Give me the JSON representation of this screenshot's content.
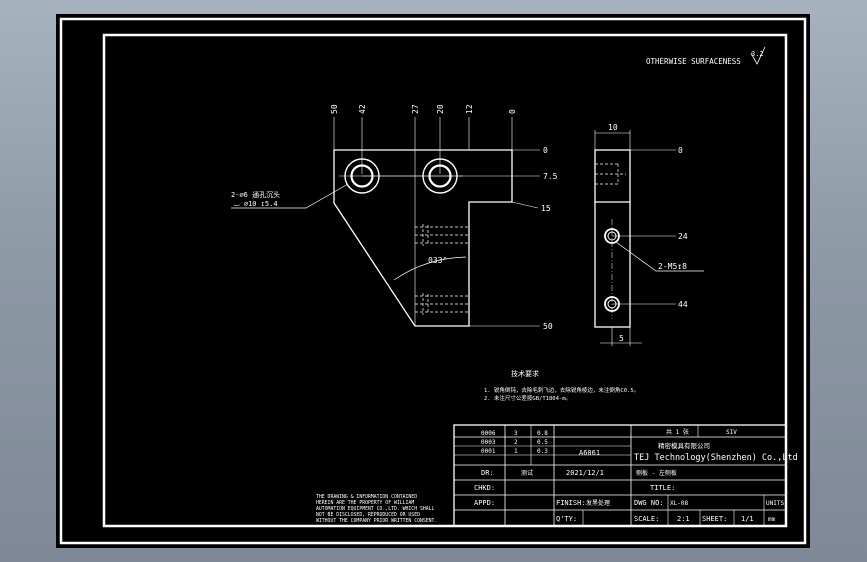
{
  "surface_note": {
    "label": "OTHERWISE SURFACENESS",
    "value": "3.2"
  },
  "front_view": {
    "top_dims": [
      "50",
      "42",
      "27",
      "20",
      "12",
      "0"
    ],
    "right_dims": [
      "0",
      "7.5",
      "15",
      "50"
    ],
    "hole_callout": {
      "line1": "2-⌀6 通孔沉头",
      "line2": "⌴ ⌀10 ↧5.4"
    },
    "chamfer_angle": "033°"
  },
  "side_view": {
    "width_dim": "10",
    "bottom_dim": "5",
    "right_dims": [
      "0",
      "24",
      "44"
    ],
    "thread_callout": "2-M5↧8"
  },
  "tech_requirements": {
    "title": "技术要求",
    "lines": [
      "1. 锐角倒钝，去除毛刺飞边，去除锐角棱边，未注倒角C0.5。",
      "2. 未注尺寸公差按GB/T1804-m。"
    ]
  },
  "title_block": {
    "revision_rows": [
      {
        "c1": "0006",
        "c2": "3",
        "c3": "0.8"
      },
      {
        "c1": "0003",
        "c2": "2",
        "c3": "0.5"
      },
      {
        "c1": "0001",
        "c2": "1",
        "c3": "0.3"
      }
    ],
    "material": "A6061",
    "company_cn": "精密模具有限公司",
    "company_en": "TEJ Technology(Shenzhen) Co.,Ltd",
    "header_right": "SIV",
    "header_mid": "共 1 张",
    "dr_label": "DR:",
    "dr_value": "测试",
    "date": "2021/12/1",
    "chkd_label": "CHKD:",
    "appd_label": "APPD:",
    "part_name": "侧板 - 左侧板",
    "title_label": "TITLE:",
    "finish_label": "FINISH:",
    "finish_value": "发黑处理",
    "dwg_label": "DWG NO:",
    "dwg_value": "XL-08",
    "units_label": "UNITS:",
    "qty_label": "Q'TY:",
    "scale_label": "SCALE:",
    "scale_value": "2:1",
    "sheet_label": "SHEET:",
    "sheet_value": "1/1",
    "units_value": "mm"
  },
  "disclaimer": [
    "THE DRAWING & INFORMATION CONTAINED",
    "HEREIN ARE THE PROPERTY OF WILLIAM",
    "AUTOMATION EQUIPMENT CO.,LTD. WHICH SHALL",
    "NOT BE DISCLOSED, REPRODUCED OR USED",
    "WITHOUT THE COMPANY PRIOR WRITTEN CONSENT."
  ]
}
